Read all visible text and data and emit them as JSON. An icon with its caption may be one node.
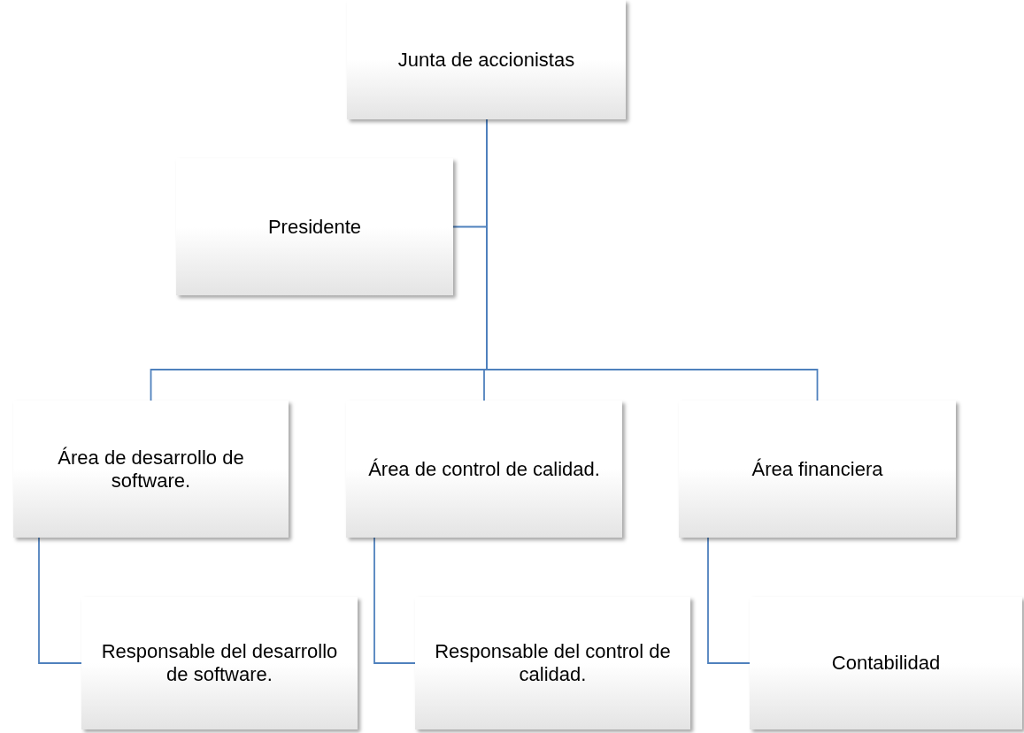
{
  "diagram": {
    "nodes": [
      {
        "text": [
          "Junta de accionistas"
        ]
      },
      {
        "text": [
          "Presidente"
        ]
      },
      {
        "text": [
          "Área de desarrollo de software."
        ]
      },
      {
        "text": [
          "Área de control de calidad."
        ]
      },
      {
        "text": [
          "Área financiera"
        ]
      },
      {
        "text": [
          "Responsable del desarrollo de software."
        ]
      },
      {
        "text": [
          "Responsable del control de calidad."
        ]
      },
      {
        "text": [
          "Contabilidad"
        ]
      }
    ],
    "edges": [
      {
        "from": 0,
        "to": 1,
        "arrow": "none"
      },
      {
        "from": 0,
        "to": 2,
        "arrow": "none"
      },
      {
        "from": 0,
        "to": 3,
        "arrow": "none"
      },
      {
        "from": 0,
        "to": 4,
        "arrow": "none"
      },
      {
        "from": 2,
        "to": 5,
        "arrow": "none"
      },
      {
        "from": 3,
        "to": 6,
        "arrow": "none"
      },
      {
        "from": 4,
        "to": 7,
        "arrow": "none"
      }
    ]
  }
}
